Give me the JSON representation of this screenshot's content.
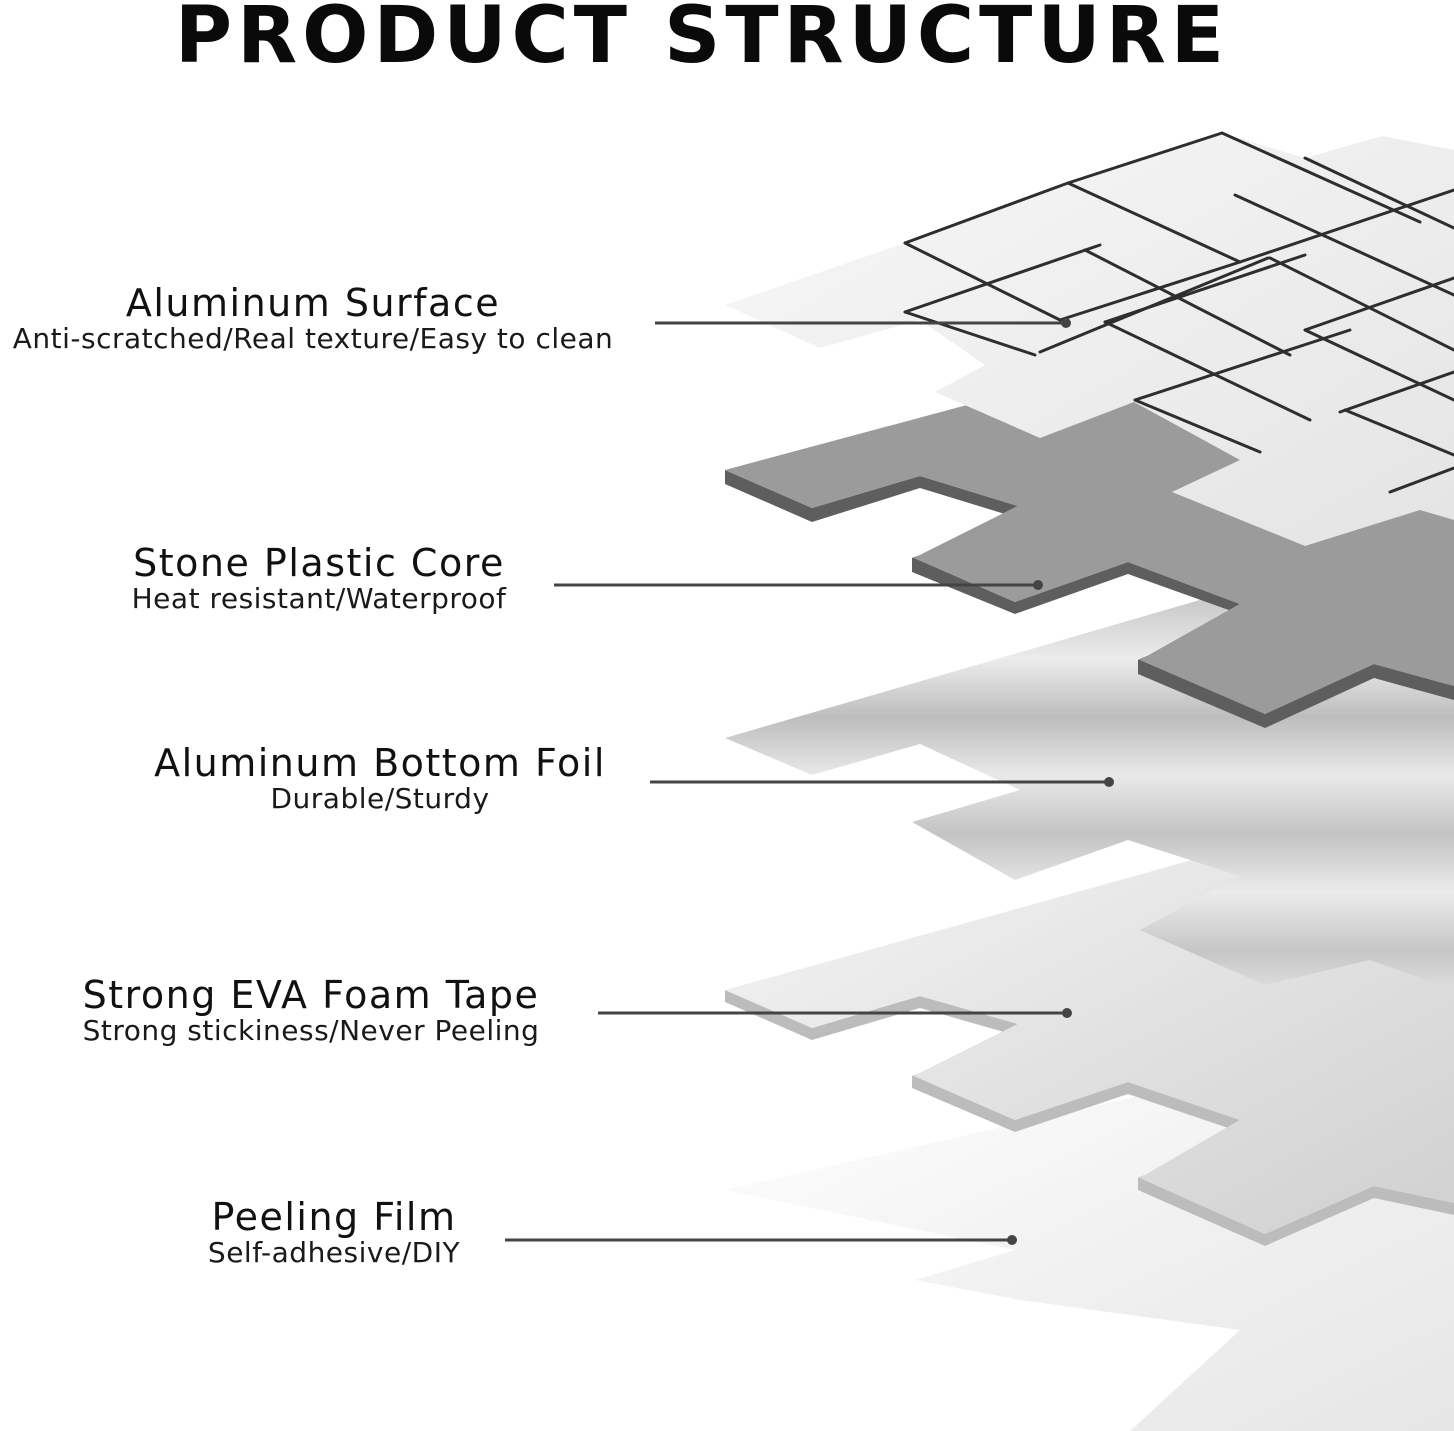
{
  "title": "PRODUCT STRUCTURE",
  "colors": {
    "surface": "#eeeeee",
    "core": "#9b9b9b",
    "core_edge": "#5e5e5e",
    "foil": "#d2d2d2",
    "foam": "#e2e2e2",
    "film": "#f3f3f3",
    "leader": "#444444"
  },
  "layers": [
    {
      "name": "Aluminum Surface",
      "desc": "Anti-scratched/Real texture/Easy to clean"
    },
    {
      "name": "Stone Plastic Core",
      "desc": "Heat resistant/Waterproof"
    },
    {
      "name": "Aluminum Bottom Foil",
      "desc": "Durable/Sturdy"
    },
    {
      "name": "Strong EVA Foam Tape",
      "desc": "Strong stickiness/Never Peeling"
    },
    {
      "name": "Peeling Film",
      "desc": "Self-adhesive/DIY"
    }
  ]
}
